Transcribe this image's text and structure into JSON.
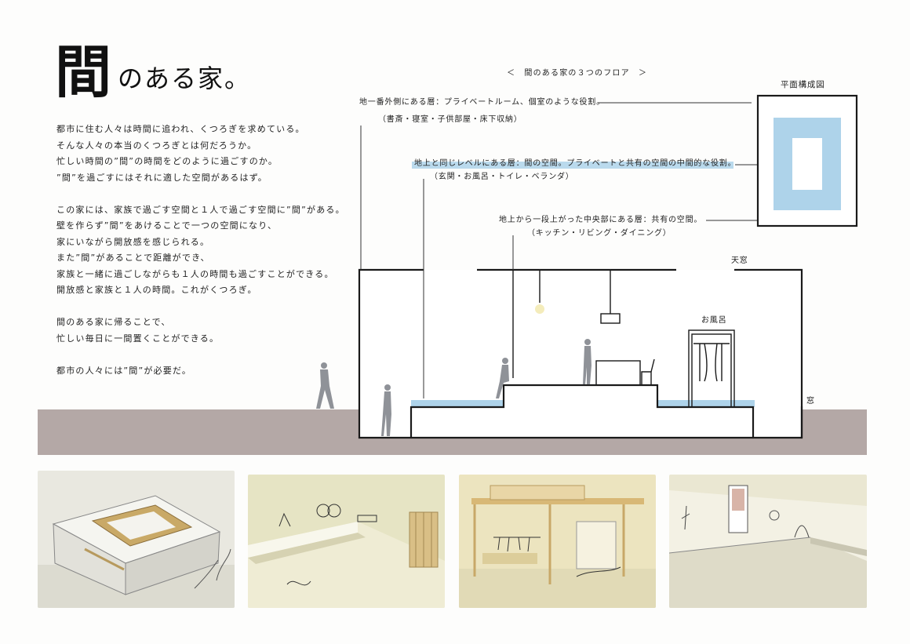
{
  "title": {
    "main_char": "間",
    "rest": "のある家。"
  },
  "intro": {
    "paragraphs": [
      [
        "都市に住む人々は時間に追われ、くつろぎを求めている。",
        "そんな人々の本当のくつろぎとは何だろうか。",
        "忙しい時間の”間”の時間をどのように過ごすのか。",
        "”間”を過ごすにはそれに適した空間があるはず。"
      ],
      [
        "この家には、家族で過ごす空間と１人で過ごす空間に”間”がある。",
        "壁を作らず”間”をあけることで一つの空間になり、",
        "家にいながら開放感を感じられる。",
        "また”間”があることで距離ができ、",
        "家族と一緒に過ごしながらも１人の時間も過ごすことができる。",
        "開放感と家族と１人の時間。これがくつろぎ。"
      ],
      [
        "間のある家に帰ることで、",
        "忙しい毎日に一間置くことができる。"
      ],
      [
        "都市の人々には”間”が必要だ。"
      ]
    ]
  },
  "diagram": {
    "heading": "＜　間のある家の３つのフロア　＞",
    "plan_title": "平面構成図",
    "layers": [
      {
        "label": "地一番外側にある層：プライベートルーム、個室のような役割。",
        "sub": "（書斎・寝室・子供部屋・床下収納）"
      },
      {
        "label": "地上と同じレベルにある層：間の空間。プライベートと共有の空間の中間的な役割。",
        "sub": "（玄関・お風呂・トイレ・ベランダ）"
      },
      {
        "label": "地上から一段上がった中央部にある層：共有の空間。",
        "sub": "（キッチン・リビング・ダイニング）"
      }
    ],
    "section_labels": {
      "skylight": "天窓",
      "bath": "お風呂",
      "window": "窓"
    },
    "colors": {
      "ground": "#b4a8a6",
      "light_blue": "#aed3ea",
      "line": "#1a1a1a",
      "figure": "#8f9298"
    }
  },
  "photos": [
    {
      "name": "model-photo-exterior",
      "bg": "#e9e8e0"
    },
    {
      "name": "model-photo-interior-kitchen",
      "bg": "#e6e4c4"
    },
    {
      "name": "model-photo-interior-frame",
      "bg": "#ece4bf"
    },
    {
      "name": "model-photo-interior-bath",
      "bg": "#eae7d2"
    }
  ]
}
